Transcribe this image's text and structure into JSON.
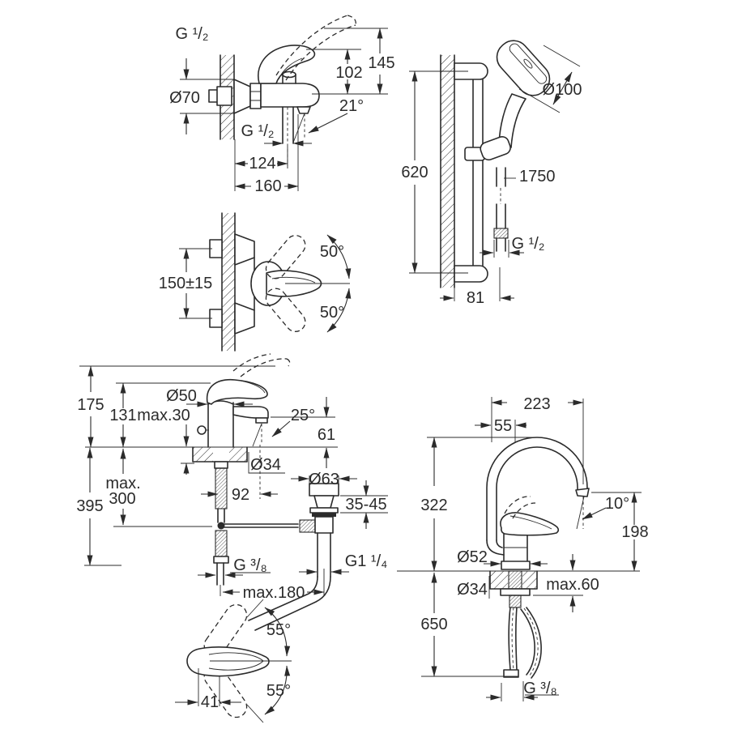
{
  "page": {
    "ink_color": "#2b2b2b",
    "background_color": "#ffffff"
  },
  "views": {
    "bath_front": {
      "name": "wall-mounted bath mixer - front view",
      "labels": {
        "thread_top": "G ¹/₂",
        "escutcheon_diameter": "Ø70",
        "handle_height": "102",
        "total_height": "145",
        "spout_angle": "21°",
        "hose_thread": "G ¹/₂",
        "wall_to_hose": "124",
        "wall_to_spout": "160"
      }
    },
    "shower_rail": {
      "name": "shower rail with hand shower - side view",
      "labels": {
        "rail_length": "620",
        "head_diameter": "Ø100",
        "hose_length": "1750",
        "hose_thread": "G ¹/₂",
        "wall_offset": "81"
      }
    },
    "bath_side": {
      "name": "bath mixer - side view",
      "labels": {
        "connection_spacing": "150±15",
        "handle_swing_up": "50°",
        "handle_swing_down": "50°"
      }
    },
    "basin": {
      "name": "basin mixer with pop-up waste",
      "labels": {
        "total_height": "175",
        "height_to_handle": "131",
        "deck_thickness_max": "max.30",
        "body_diameter": "Ø50",
        "spout_angle": "25°",
        "spout_height": "61",
        "hole_diameter": "Ø34",
        "rod_length_max_line1": "max.",
        "rod_length_max_line2": "300",
        "height_below": "395",
        "spout_reach": "92",
        "waste_diameter": "Ø63",
        "basin_thickness": "35-45",
        "supply_thread": "G ³/₈",
        "waste_thread": "G1 ¹/₄",
        "rod_reach_max": "max.180"
      }
    },
    "kitchen": {
      "name": "kitchen sink mixer - side view",
      "labels": {
        "spout_reach": "223",
        "riser_offset": "55",
        "height_above_deck": "322",
        "outlet_angle": "10°",
        "outlet_height": "198",
        "base_diameter": "Ø52",
        "hole_diameter": "Ø34",
        "deck_thickness_max": "max.60",
        "hose_length_below": "650",
        "supply_thread": "G ³/₈"
      }
    },
    "handle_top": {
      "name": "lever handle - top view",
      "labels": {
        "swing_up": "55°",
        "swing_down": "55°",
        "pivot_offset": "41"
      }
    }
  }
}
